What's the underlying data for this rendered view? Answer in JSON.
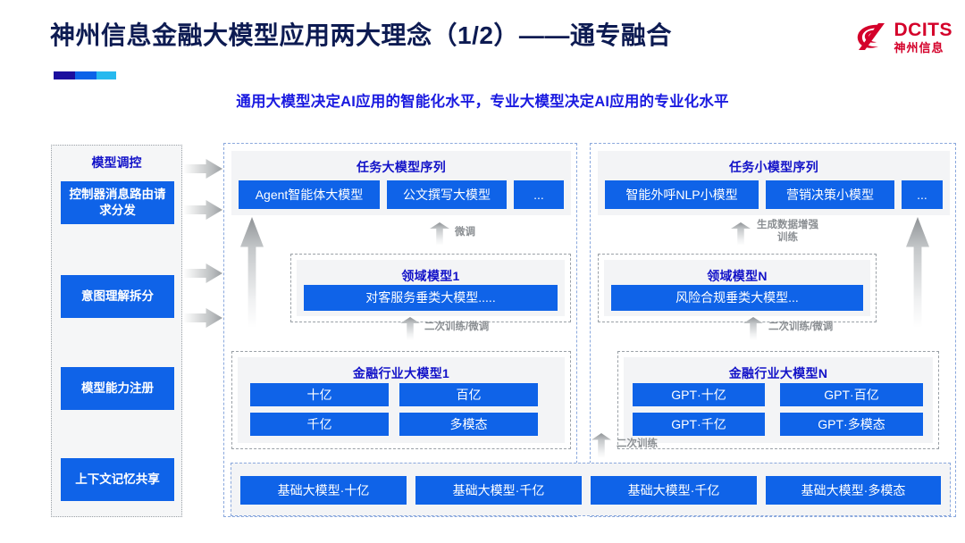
{
  "header": {
    "title": "神州信息金融大模型应用两大理念（1/2）——通专融合",
    "subtitle": "通用大模型决定AI应用的智能化水平，专业大模型决定AI应用的专业化水平",
    "logo": {
      "en": "DCITS",
      "cn": "神州信息",
      "color": "#d4002a"
    }
  },
  "control_panel": {
    "title": "模型调控",
    "items": [
      {
        "label": "控制器消息路由请求分发"
      },
      {
        "label": "意图理解拆分"
      },
      {
        "label": "模型能力注册"
      },
      {
        "label": "上下文记忆共享"
      }
    ]
  },
  "task_sequences": {
    "left": {
      "title": "任务大模型序列",
      "chips": [
        "Agent智能体大模型",
        "公文撰写大模型",
        "..."
      ]
    },
    "right": {
      "title": "任务小模型序列",
      "chips": [
        "智能外呼NLP小模型",
        "营销决策小模型",
        "..."
      ]
    }
  },
  "domain_models": {
    "left": {
      "title": "领域模型1",
      "chip": "对客服务垂类大模型....."
    },
    "right": {
      "title": "领域模型N",
      "chip": "风险合规垂类大模型..."
    }
  },
  "industry_models": {
    "left": {
      "title": "金融行业大模型1",
      "chips": [
        "十亿",
        "百亿",
        "千亿",
        "多模态"
      ]
    },
    "right": {
      "title": "金融行业大模型N",
      "chips": [
        "GPT·十亿",
        "GPT·百亿",
        "GPT·千亿",
        "GPT·多模态"
      ]
    }
  },
  "base_models": {
    "chips": [
      "基础大模型·十亿",
      "基础大模型·千亿",
      "基础大模型·千亿",
      "基础大模型·多模态"
    ]
  },
  "arrow_labels": {
    "fine_tune": "微调",
    "data_aug": "生成数据增强",
    "data_aug_2": "训练",
    "retrain_finetune_left": "二次训练/微调",
    "retrain_finetune_right": "二次训练/微调",
    "retrain": "二次训练"
  },
  "colors": {
    "chip_blue": "#0f63e8",
    "title_navy": "#0d1b52",
    "subtitle_blue": "#1a1ae0",
    "panel_gray": "#f3f4f6",
    "arrow_gray": "#9a9ea1"
  }
}
